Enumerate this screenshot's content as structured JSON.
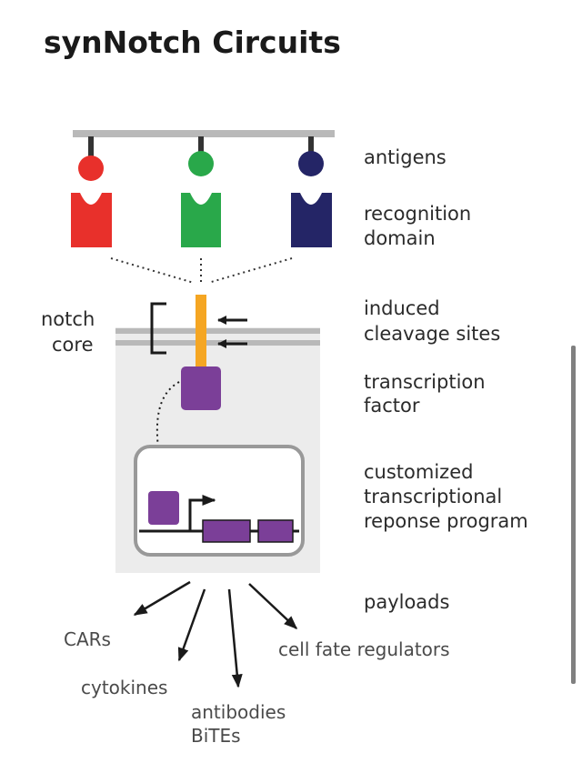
{
  "title": "synNotch Circuits",
  "labels": {
    "antigens": "antigens",
    "recognition_domain": [
      "recognition",
      "domain"
    ],
    "notch_core": [
      "notch",
      "core"
    ],
    "induced_cleavage_sites": [
      "induced",
      "cleavage sites"
    ],
    "transcription_factor": [
      "transcription",
      "factor"
    ],
    "response_program": [
      "customized",
      "transcriptional",
      "reponse program"
    ],
    "payloads": "payloads"
  },
  "payload_outputs": {
    "cars": "CARs",
    "cytokines": "cytokines",
    "antibodies": [
      "antibodies",
      "BiTEs"
    ],
    "cell_fate": "cell fate regulators"
  },
  "colors": {
    "antigen_red": "#e8302b",
    "antigen_green": "#29a84a",
    "antigen_navy": "#242566",
    "notch_core": "#f5a623",
    "transcription_factor": "#7b3f98",
    "membrane": "#b9b9b9",
    "cell_fill": "#ececec"
  }
}
